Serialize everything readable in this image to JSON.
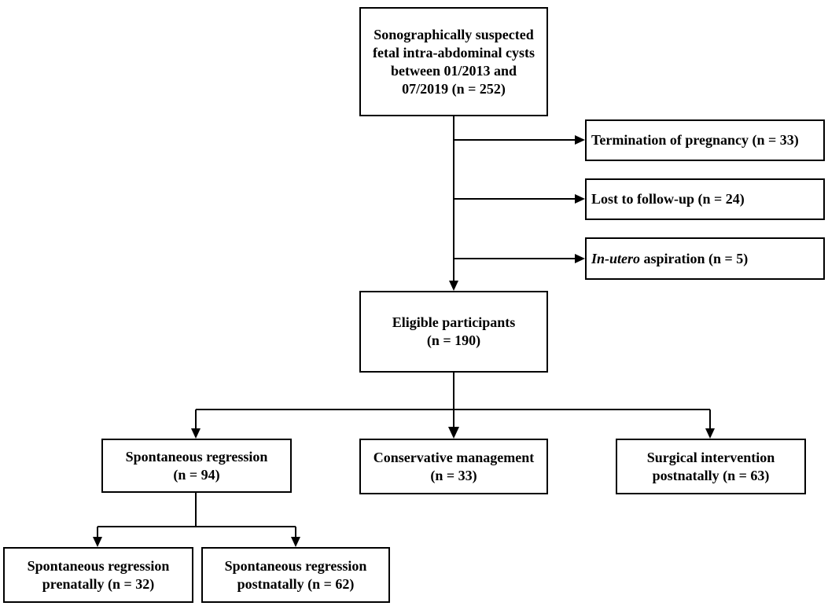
{
  "boxes": {
    "suspected": [
      "Sonographically suspected",
      "fetal intra-abdominal cysts",
      "between 01/2013 and",
      "07/2019 (n = 252)"
    ],
    "termination": "Termination of pregnancy (n = 33)",
    "lost": "Lost to follow-up (n = 24)",
    "aspiration": {
      "italic": "In-utero",
      "rest": " aspiration (n = 5)"
    },
    "eligible": [
      "Eligible participants",
      "(n = 190)"
    ],
    "spontaneous": [
      "Spontaneous regression",
      "(n = 94)"
    ],
    "conservative": [
      "Conservative management",
      "(n = 33)"
    ],
    "surgical": [
      "Surgical intervention",
      "postnatally (n = 63)"
    ],
    "prenatal": [
      "Spontaneous regression",
      "prenatally (n = 32)"
    ],
    "postnatal": [
      "Spontaneous regression",
      "postnatally (n = 62)"
    ]
  },
  "colors": {
    "line": "#000000",
    "box_border": "#000000",
    "background": "#ffffff"
  }
}
